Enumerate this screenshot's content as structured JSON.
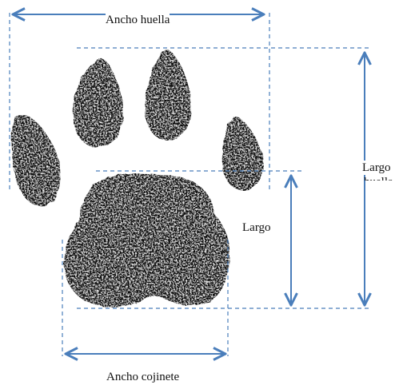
{
  "labels": {
    "footprint_width": "Ancho huella",
    "footprint_length": "Largo",
    "footprint_length_clipped_second_line": "huella",
    "pad_length": "Largo",
    "pad_width": "Ancho cojinete"
  },
  "colors": {
    "arrow": "#4a7ebb",
    "guide_line": "#4a7ebb",
    "paw_ink": "#111111",
    "paw_speckle": "#ffffff",
    "label_text": "#111111",
    "background": "#ffffff"
  },
  "figure": {
    "subject": "paw print",
    "toes": 4,
    "pad": 1,
    "measurement_style": "dashed guide lines with double-headed arrows"
  }
}
